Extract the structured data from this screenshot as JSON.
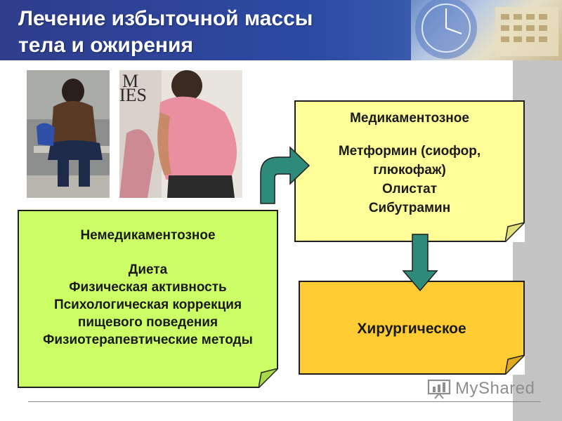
{
  "header": {
    "title_line1": "Лечение избыточной массы",
    "title_line2": "тела и ожирения"
  },
  "cards": {
    "drug": {
      "title": "Медикаментозное",
      "items": [
        "Метформин (сиофор,",
        "глюкофаж)",
        "Олистат",
        "Сибутрамин"
      ]
    },
    "nondrug": {
      "title": "Немедикаментозное",
      "items": [
        "Диета",
        "Физическая активность",
        "Психологическая коррекция",
        "пищевого поведения",
        "Физиотерапевтические методы"
      ]
    },
    "surgical": {
      "title": "Хирургическое"
    }
  },
  "photos": {
    "sign_text": "M\nIES"
  },
  "footer": {
    "brand": "MyShared"
  },
  "colors": {
    "header": "#2f3d8c",
    "drug_card": "#ffff99",
    "nondrug_card": "#ccff66",
    "surgical_card": "#ffcc33",
    "arrow": "#2e8b7a",
    "side_strip": "#c4c4c4"
  },
  "icons": {
    "arrow_curved": "curved-up-right-arrow-icon",
    "arrow_down": "down-arrow-icon",
    "brand_logo": "chart-presentation-icon"
  }
}
